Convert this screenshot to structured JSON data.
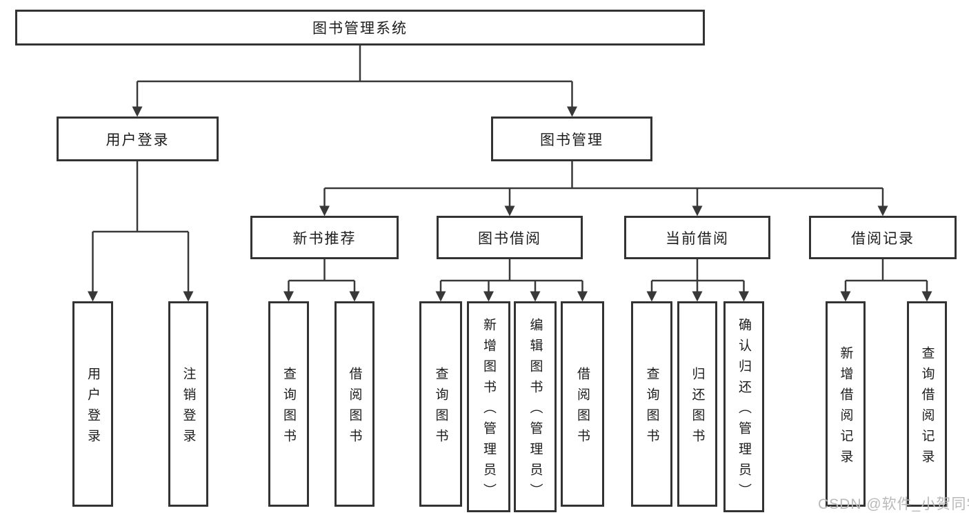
{
  "watermark": "CSDN @软件_小贺同学",
  "colors": {
    "line": "#383838",
    "border": "#333333",
    "text": "#1c1c1c",
    "watermark": "#b9b9b9",
    "background": "#ffffff"
  },
  "tree": {
    "label": "图书管理系统",
    "children": [
      {
        "label": "用户登录",
        "children": [
          {
            "label": "用户登录"
          },
          {
            "label": "注销登录"
          }
        ]
      },
      {
        "label": "图书管理",
        "children": [
          {
            "label": "新书推荐",
            "children": [
              {
                "label": "查询图书"
              },
              {
                "label": "借阅图书"
              }
            ]
          },
          {
            "label": "图书借阅",
            "children": [
              {
                "label": "查询图书"
              },
              {
                "label": "新增图书（管理员）"
              },
              {
                "label": "编辑图书（管理员）"
              },
              {
                "label": "借阅图书"
              }
            ]
          },
          {
            "label": "当前借阅",
            "children": [
              {
                "label": "查询图书"
              },
              {
                "label": "归还图书"
              },
              {
                "label": "确认归还（管理员）"
              }
            ]
          },
          {
            "label": "借阅记录",
            "children": [
              {
                "label": "新增借阅记录"
              },
              {
                "label": "查询借阅记录"
              }
            ]
          }
        ]
      }
    ]
  }
}
